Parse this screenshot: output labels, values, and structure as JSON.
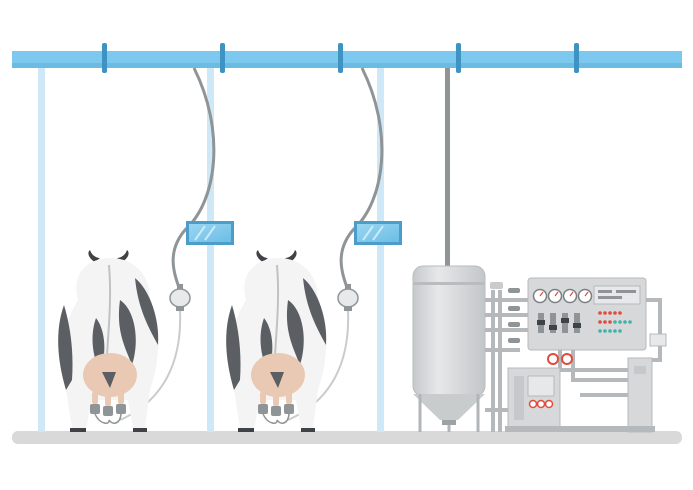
{
  "colors": {
    "background": "#ffffff",
    "rail": "#7cc8ee",
    "rail_shadow": "#5db3df",
    "pillar": "#cfe8f7",
    "floor": "#d9d9d9",
    "hose": "#8f9497",
    "screen": "#7ec8ea",
    "cow_white": "#f4f4f4",
    "cow_spot": "#5b5f63",
    "udder": "#e9c9b3",
    "machine": "#d6d8d9",
    "machine_dark": "#a9adb0"
  },
  "scene": {
    "stalls": 2,
    "cows": 2,
    "milking_units": 2,
    "has_tank": true,
    "has_control_panel": true
  }
}
